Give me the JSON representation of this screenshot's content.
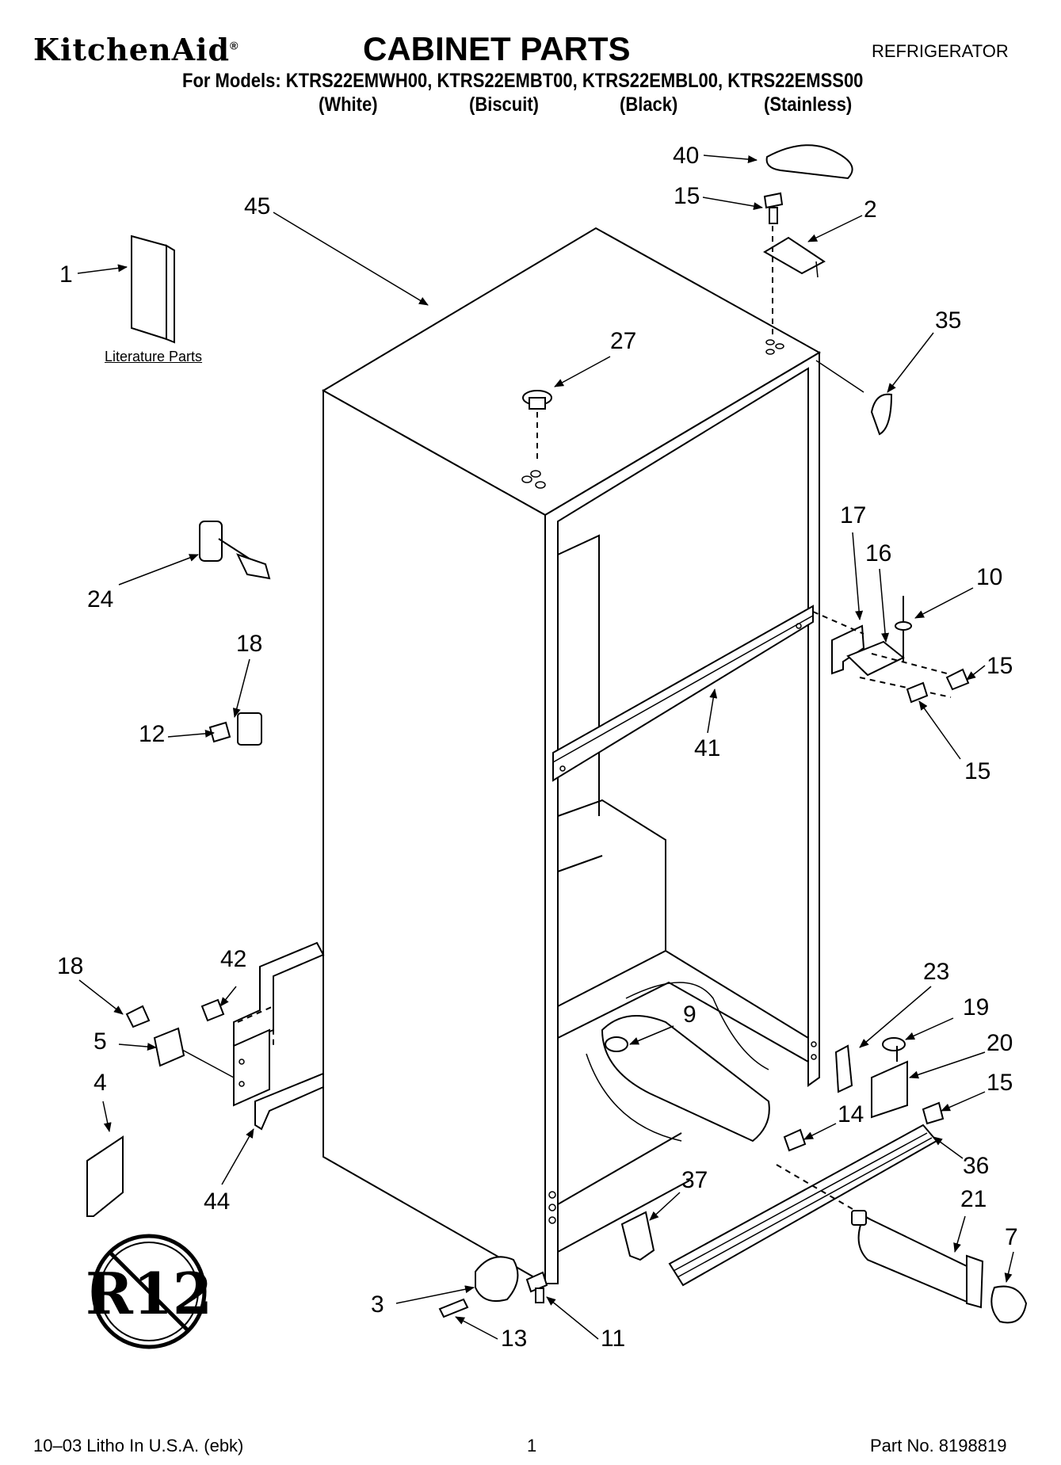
{
  "header": {
    "brand": "KitchenAid",
    "brand_mark": "®",
    "title": "CABINET PARTS",
    "doc_type": "REFRIGERATOR",
    "models_line": "For Models: KTRS22EMWH00, KTRS22EMBT00, KTRS22EMBL00, KTRS22EMSS00",
    "colors": [
      "(White)",
      "(Biscuit)",
      "(Black)",
      "(Stainless)"
    ]
  },
  "literature_label": "Literature Parts",
  "callouts": [
    "40",
    "15",
    "2",
    "45",
    "1",
    "35",
    "27",
    "17",
    "16",
    "10",
    "24",
    "15",
    "18",
    "12",
    "41",
    "15",
    "23",
    "19",
    "18",
    "42",
    "9",
    "20",
    "5",
    "15",
    "4",
    "14",
    "36",
    "37",
    "21",
    "44",
    "7",
    "3",
    "13",
    "11"
  ],
  "badge": {
    "text": "R12",
    "icon": "no-r12-prohibition-icon"
  },
  "footer": {
    "left": "10–03 Litho In U.S.A. (ebk)",
    "center": "1",
    "right": "Part No. 8198819"
  }
}
